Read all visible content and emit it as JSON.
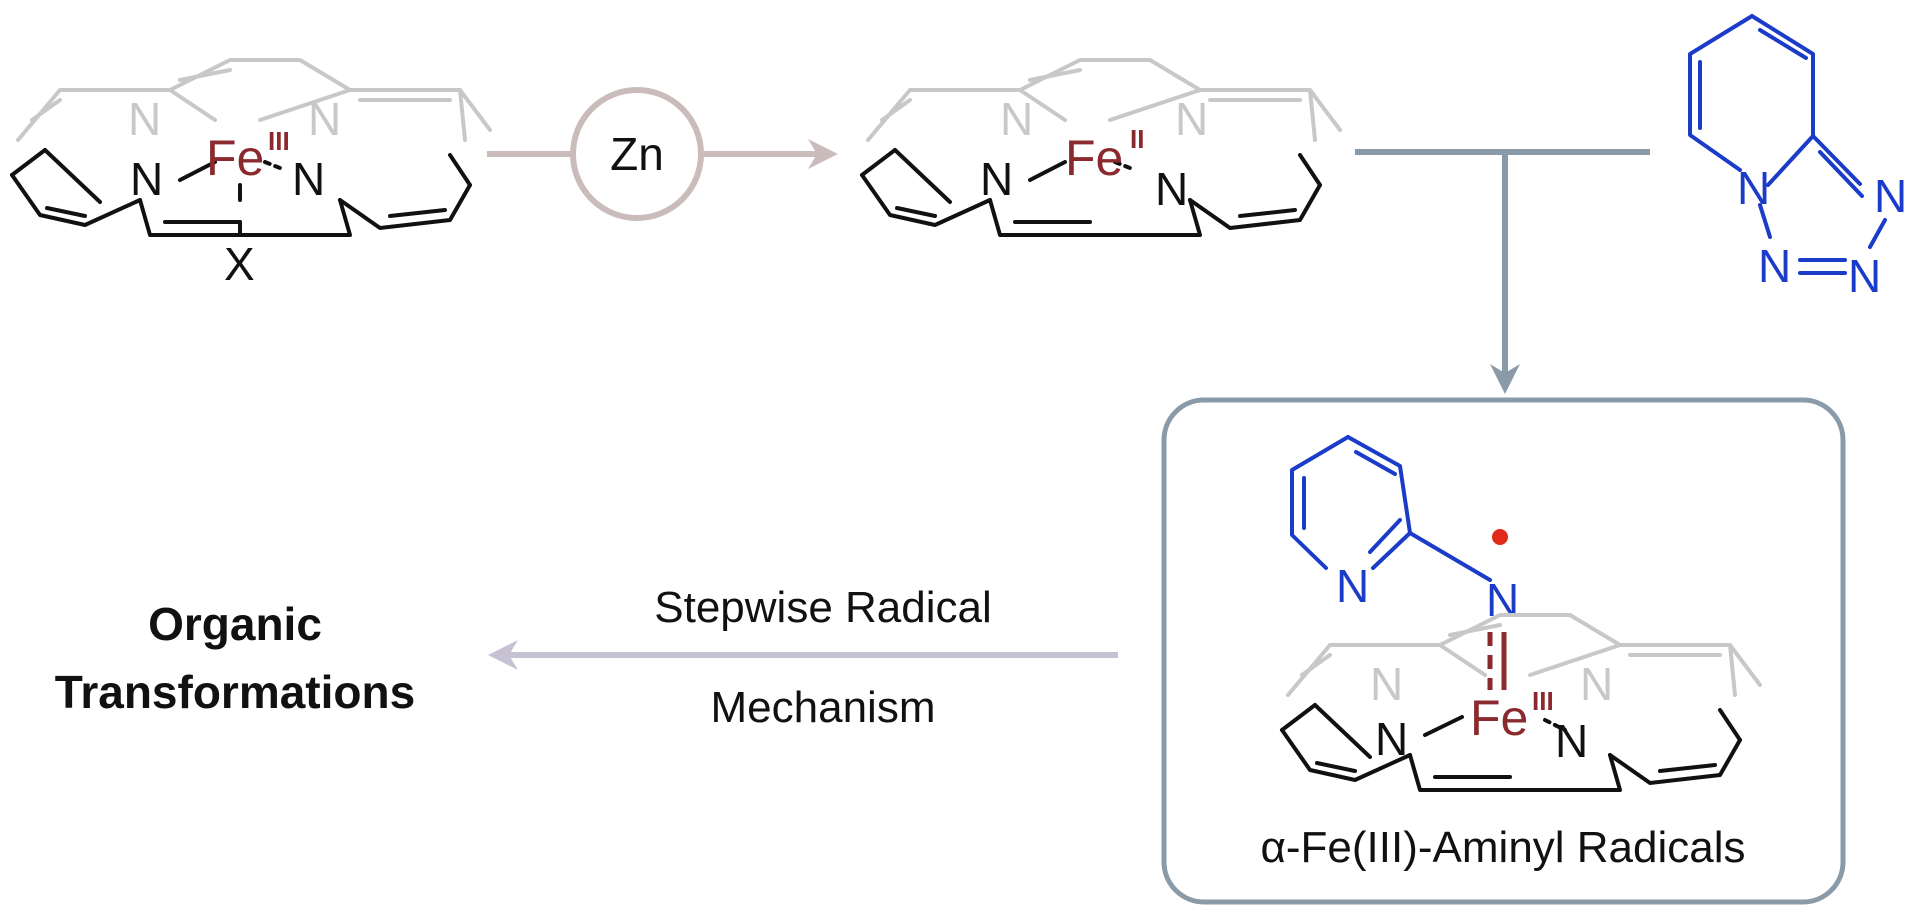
{
  "colors": {
    "iron": "#8b2a2e",
    "ligand": "#1a3cc9",
    "reaction_arrow_gray_blue": "#8a9aa8",
    "zn_arrow": "#cbbcbc",
    "mechanism_arrow": "#c6c2d4",
    "radical_dot": "#e02a1a",
    "backbone_gray": "#c8c8c8"
  },
  "porphyrin_start": {
    "metal": "Fe",
    "oxidation_state": "III",
    "axial_ligand": "X",
    "nitrogen": "N"
  },
  "reductant": {
    "label": "Zn"
  },
  "porphyrin_reduced": {
    "metal": "Fe",
    "oxidation_state": "II",
    "nitrogen": "N"
  },
  "tetrazole": {
    "atoms": [
      "N",
      "N",
      "N",
      "N"
    ]
  },
  "intermediate": {
    "pyridine_n": "N",
    "aminyl_n": "N",
    "metal": "Fe",
    "oxidation_state": "III",
    "nitrogen": "N",
    "caption": "α-Fe(III)-Aminyl Radicals"
  },
  "mechanism": {
    "line1": "Stepwise Radical",
    "line2": "Mechanism"
  },
  "product": {
    "line1": "Organic",
    "line2": "Transformations"
  }
}
